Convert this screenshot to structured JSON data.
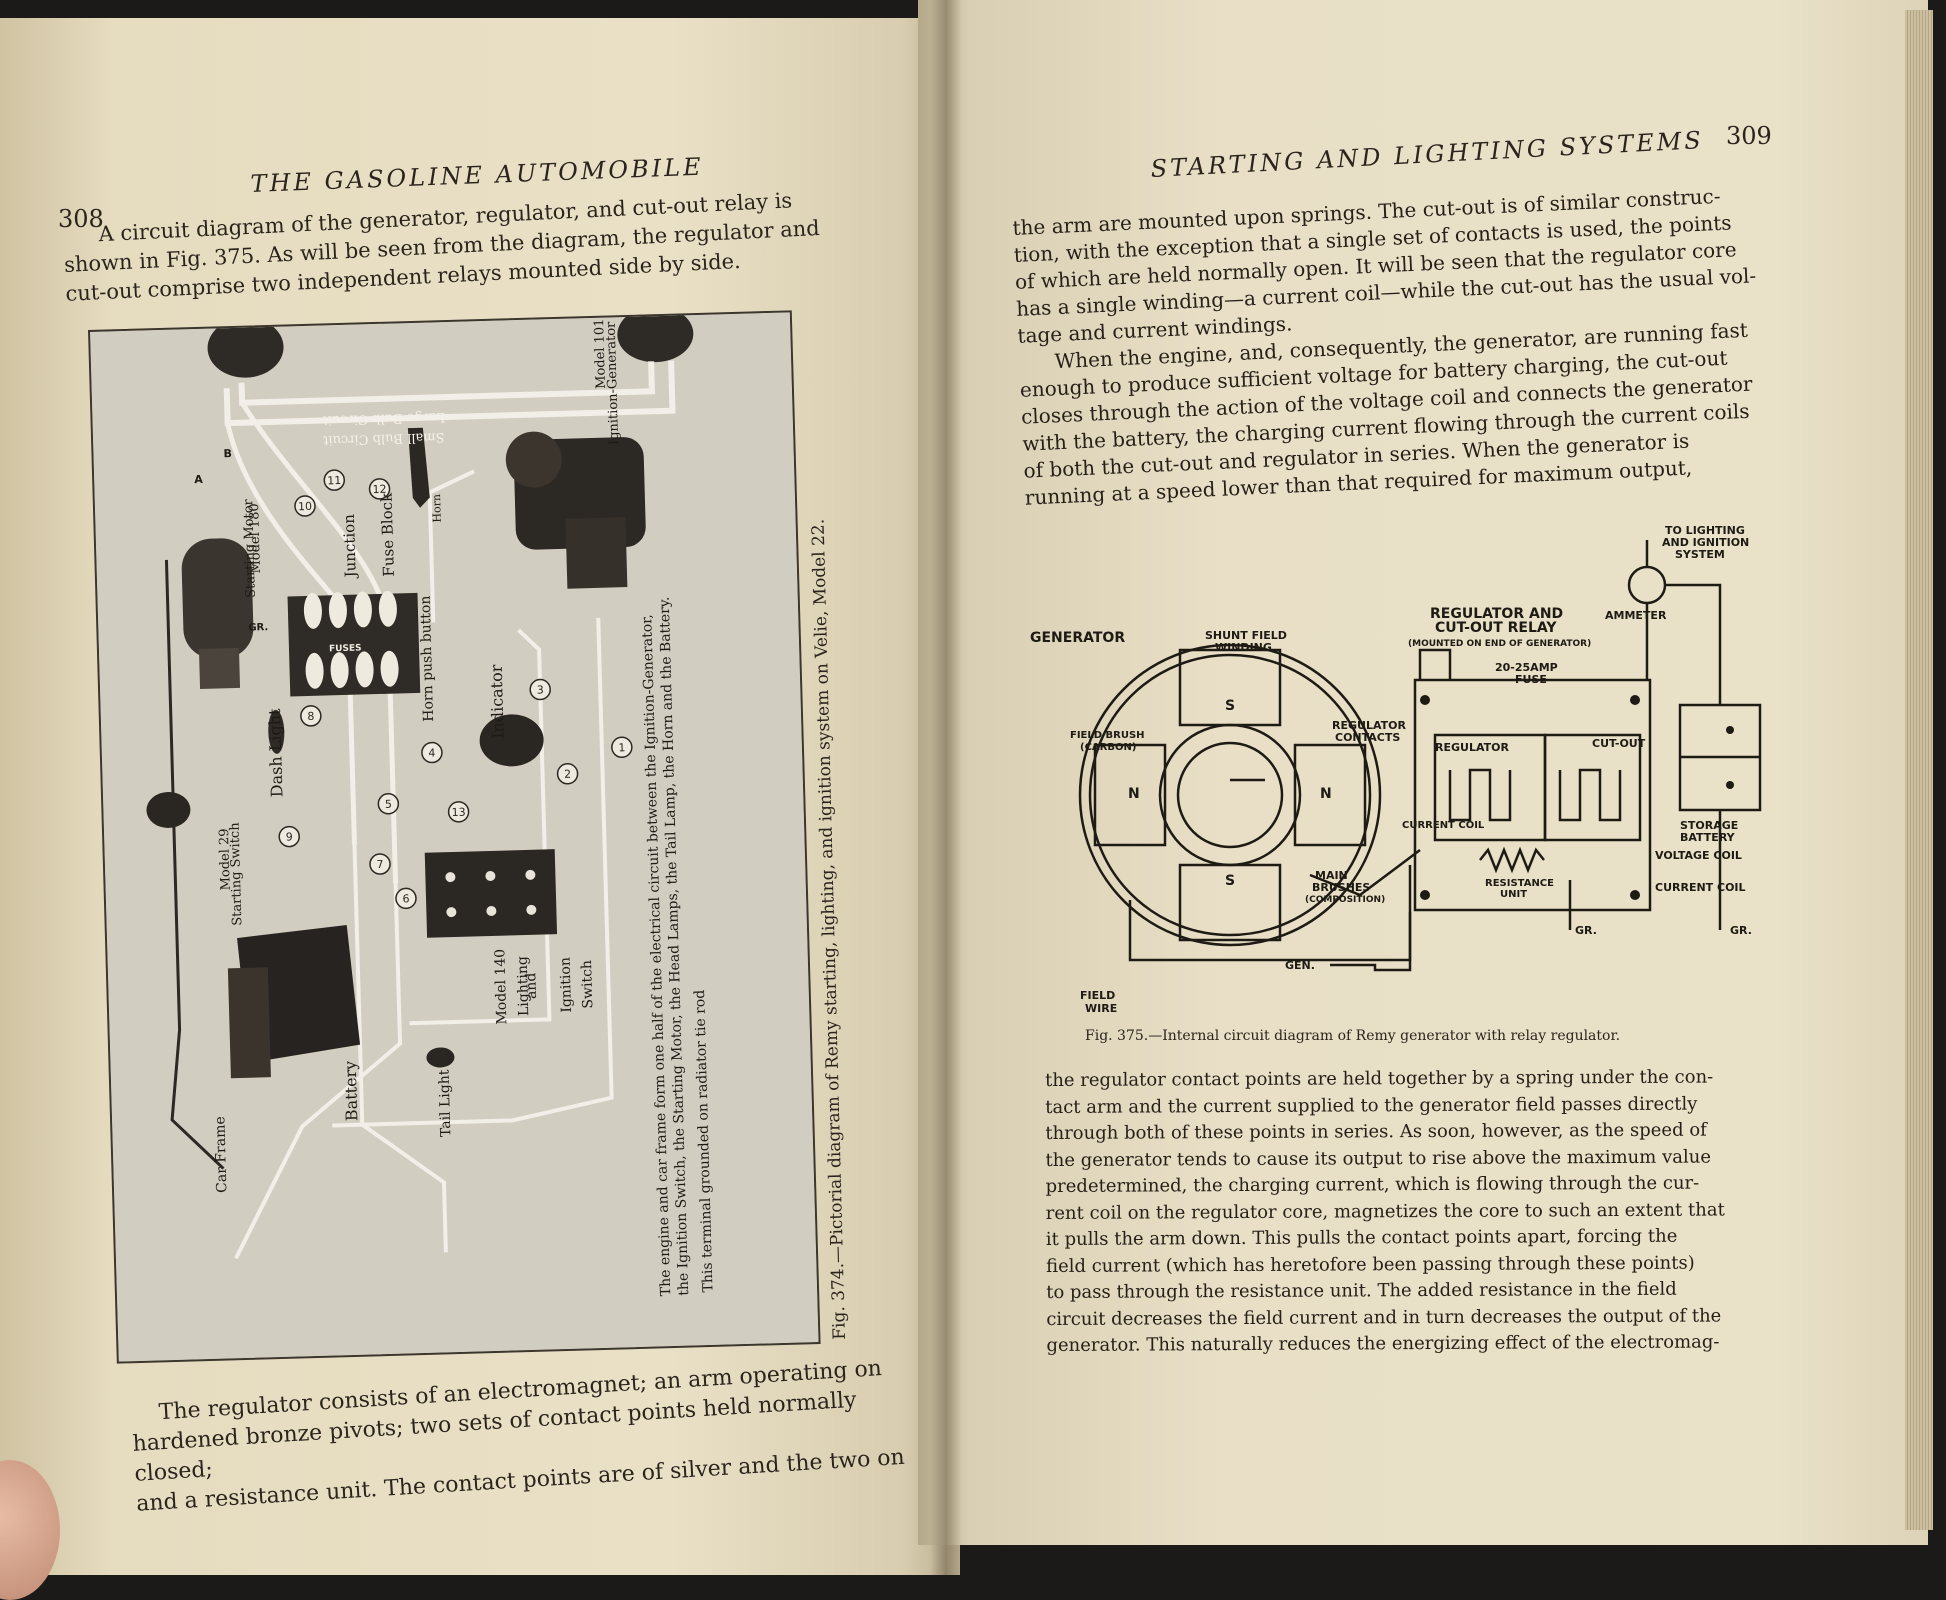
{
  "left_page": {
    "page_number": "308",
    "running_head": "THE GASOLINE AUTOMOBILE",
    "intro_lines": [
      "A circuit diagram of the generator, regulator, and cut-out relay is",
      "shown in Fig. 375.  As will be seen from the diagram, the regulator and",
      "cut-out comprise two independent relays mounted side by side."
    ],
    "figure_caption": "Fig. 374.—Pictorial diagram of Remy starting, lighting, and ignition system on Velie, Model 22.",
    "figure_note": [
      "The engine and car frame form one half of the electrical circuit between the Ignition-Generator,",
      "the Ignition Switch, the Starting Motor, the Head Lamps, the Tail Lamp, the Horn and the Battery."
    ],
    "figure_labels": {
      "large_bulb": "Large Bulb Circuit",
      "small_bulb": "Small Bulb Circuit",
      "horn": "Horn",
      "junction": "Junction",
      "fuse_block": "Fuse Block",
      "horn_button": "Horn push button",
      "model_180": "Model 180",
      "starting_motor": "Starting Motor",
      "model_101": "Model 101",
      "ignition_generator": "Ignition-Generator",
      "indicator": "Indicator",
      "dash_light": "Dash Light",
      "model_29": "Model 29",
      "starting_switch": "Starting Switch",
      "model_140": "Model 140",
      "lighting": "Lighting",
      "and": "and",
      "ignition": "Ignition",
      "switch": "Switch",
      "terminal_note": "This terminal grounded on radiator tie rod",
      "battery": "Battery",
      "car_frame": "Car Frame",
      "tail_light": "Tail Light",
      "gr": "GR.",
      "fuses": "FUSES",
      "a": "A",
      "b": "B",
      "numbers": [
        "1",
        "2",
        "3",
        "4",
        "5",
        "6",
        "7",
        "8",
        "9",
        "10",
        "11",
        "12",
        "13"
      ]
    },
    "bottom_lines": [
      "The regulator consists of an electromagnet; an arm operating on",
      "hardened bronze pivots; two sets of contact points held normally closed;",
      "and a resistance unit.  The contact points are of silver and the two on"
    ]
  },
  "right_page": {
    "page_number": "309",
    "running_head": "STARTING AND LIGHTING SYSTEMS",
    "top_lines": [
      "the arm are mounted upon springs.  The cut-out is of similar construc-",
      "tion, with the exception that a single set of contacts is used, the points",
      "of which are held normally open.  It will be seen that the regulator core",
      "has a single winding—a current coil—while the cut-out has the usual vol-",
      "tage and current windings.",
      "When the engine, and, consequently, the generator, are running fast",
      "enough to produce sufficient voltage for battery charging, the cut-out",
      "closes through the action of the voltage coil and connects the generator",
      "with the battery, the charging current flowing through the current coils",
      "of both the cut-out and regulator in series.  When the generator is",
      "running at a speed lower than that required for maximum output,"
    ],
    "diagram_labels": {
      "to_lighting": "TO LIGHTING",
      "and_ignition": "AND IGNITION",
      "system": "SYSTEM",
      "ammeter": "AMMETER",
      "regulator_and": "REGULATOR AND",
      "cut_out_relay": "CUT-OUT RELAY",
      "mounted": "(MOUNTED ON END OF GENERATOR)",
      "generator": "GENERATOR",
      "shunt_field": "SHUNT FIELD",
      "winding": "WINDING",
      "fuse_rating": "20-25AMP",
      "fuse": "FUSE",
      "regulator_contacts_1": "REGULATOR",
      "regulator_contacts_2": "CONTACTS",
      "field_brush": "FIELD BRUSH",
      "carbon": "(CARBON)",
      "regulator": "REGULATOR",
      "cut_out": "CUT-OUT",
      "current_coil": "CURRENT COIL",
      "storage": "STORAGE",
      "battery": "BATTERY",
      "voltage_coil": "VOLTAGE COIL",
      "main": "MAIN",
      "brushes": "BRUSHES",
      "composition": "(COMPOSITION)",
      "resistance": "RESISTANCE",
      "unit": "UNIT",
      "current_coil_2": "CURRENT COIL",
      "gr": "GR.",
      "gen": "GEN.",
      "field": "FIELD",
      "wire": "WIRE",
      "n": "N",
      "s": "S"
    },
    "figure_caption": "Fig. 375.—Internal circuit diagram of Remy generator with relay regulator.",
    "bottom_lines": [
      "the regulator contact points are held together by a spring under the con-",
      "tact arm and the current supplied to the generator field passes directly",
      "through both of these points in series.  As soon, however, as the speed of",
      "the generator tends to cause its output to rise above the maximum value",
      "predetermined, the charging current, which is flowing through the cur-",
      "rent coil on the regulator core, magnetizes the core to such an extent that",
      "it pulls the arm down.  This pulls the contact points apart, forcing the",
      "field current (which has heretofore been passing through these points)",
      "to pass through the resistance unit.  The added resistance in the field",
      "circuit decreases the field current and in turn decreases the output of the",
      "generator.  This naturally reduces the energizing effect of the electromag-"
    ]
  }
}
